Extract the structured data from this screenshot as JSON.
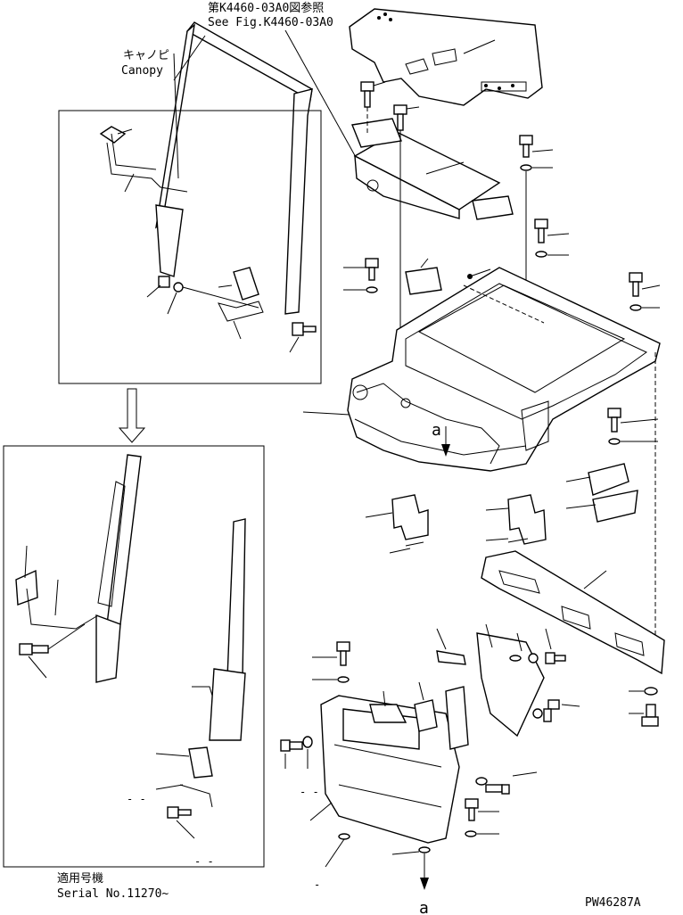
{
  "notes": {
    "ref_fig_jp": "第K4460-03A0図参照",
    "ref_fig_en": "See Fig.K4460-03A0",
    "canopy_jp": "キャノピ",
    "canopy_en": "Canopy",
    "serial_jp": "適用号機",
    "serial_en": "Serial No.11270~"
  },
  "view_markers": {
    "upper": "a",
    "lower": "a"
  },
  "drawing_code": "PW46287A",
  "unnumbered_callouts": [
    "- -",
    "- -",
    "- -",
    "-"
  ]
}
